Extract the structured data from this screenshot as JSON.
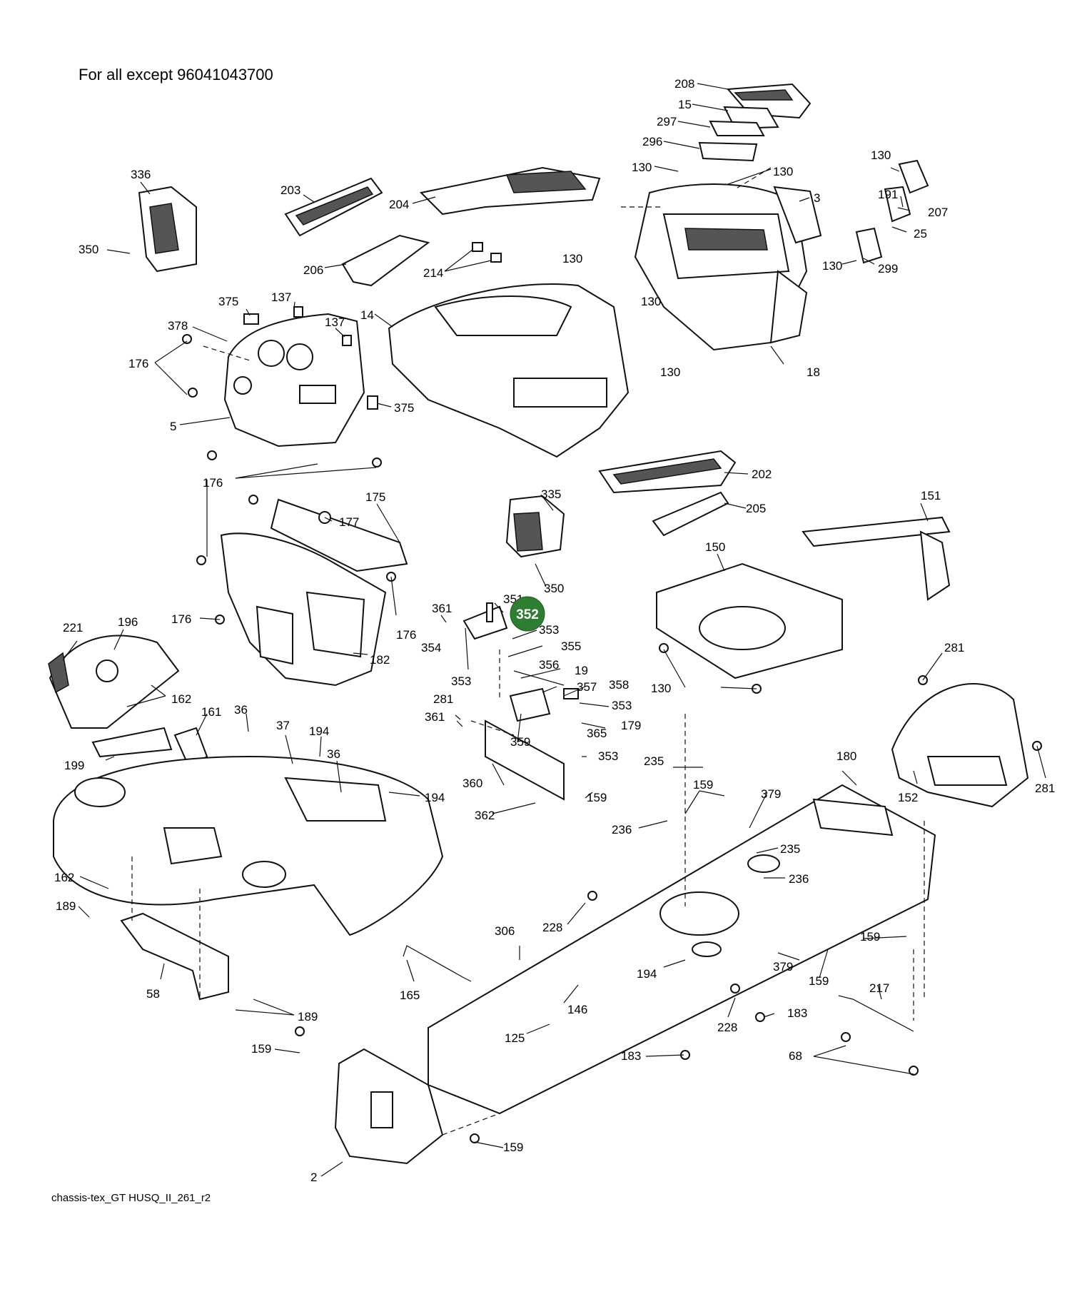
{
  "header": {
    "title": "For all except 96041043700"
  },
  "footer": {
    "source": "chassis-tex_GT HUSQ_II_261_r2"
  },
  "highlight": {
    "label": "352",
    "color": "#2e7d32"
  },
  "callouts": {
    "c208": "208",
    "c15": "15",
    "c297": "297",
    "c296": "296",
    "c130a": "130",
    "c130b": "130",
    "c130c": "130",
    "c130d": "130",
    "c130e": "130",
    "c130f": "130",
    "c130g": "130",
    "c130h": "130",
    "c3": "3",
    "c191": "191",
    "c207": "207",
    "c25": "25",
    "c299": "299",
    "c336": "336",
    "c350a": "350",
    "c203": "203",
    "c204": "204",
    "c206": "206",
    "c214": "214",
    "c14": "14",
    "c18": "18",
    "c375a": "375",
    "c137a": "137",
    "c137b": "137",
    "c378": "378",
    "c176a": "176",
    "c176b": "176",
    "c176c": "176",
    "c176d": "176",
    "c5": "5",
    "c375b": "375",
    "c175": "175",
    "c177": "177",
    "c182": "182",
    "c202": "202",
    "c205": "205",
    "c335": "335",
    "c350b": "350",
    "c151": "151",
    "c150": "150",
    "c361a": "361",
    "c351": "351",
    "c353a": "353",
    "c354": "354",
    "c355": "355",
    "c353b": "353",
    "c356": "356",
    "c19": "19",
    "c357": "357",
    "c358": "358",
    "c353c": "353",
    "c281a": "281",
    "c361b": "361",
    "c179": "179",
    "c365": "365",
    "c359": "359",
    "c353d": "353",
    "c360": "360",
    "c362": "362",
    "c159a": "159",
    "c221": "221",
    "c196": "196",
    "c162a": "162",
    "c161": "161",
    "c36a": "36",
    "c37": "37",
    "c194a": "194",
    "c36b": "36",
    "c199": "199",
    "c194b": "194",
    "c162b": "162",
    "c189a": "189",
    "c58": "58",
    "c189b": "189",
    "c281b": "281",
    "c281c": "281",
    "c152": "152",
    "c235a": "235",
    "c159b": "159",
    "c379a": "379",
    "c180": "180",
    "c236a": "236",
    "c235b": "235",
    "c236b": "236",
    "c306": "306",
    "c228a": "228",
    "c194c": "194",
    "c159c": "159",
    "c379b": "379",
    "c159d": "159",
    "c165": "165",
    "c146": "146",
    "c125": "125",
    "c228b": "228",
    "c183a": "183",
    "c183b": "183",
    "c217": "217",
    "c68": "68",
    "c159e": "159",
    "c159f": "159",
    "c2": "2"
  }
}
